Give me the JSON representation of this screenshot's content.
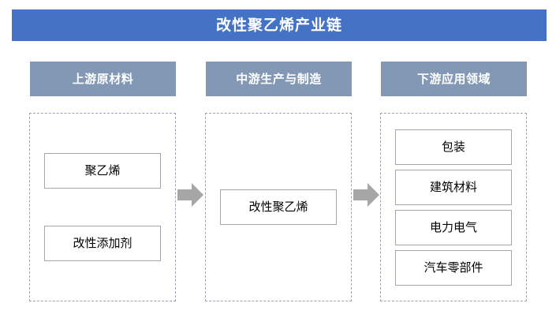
{
  "title": {
    "text": "改性聚乙烯产业链",
    "background_color": "#4472c4",
    "text_color": "#ffffff"
  },
  "theme": {
    "header_color": "#8298b5",
    "dashed_border_color": "#9aa4b0",
    "item_border_color": "#a6a6a6",
    "arrow_color": "#a6a6a6",
    "page_background": "#ffffff"
  },
  "columns": [
    {
      "id": "upstream",
      "header": "上游原材料",
      "items": [
        {
          "label": "聚乙烯"
        },
        {
          "label": "改性添加剂"
        }
      ]
    },
    {
      "id": "midstream",
      "header": "中游生产与制造",
      "items": [
        {
          "label": "改性聚乙烯"
        }
      ]
    },
    {
      "id": "downstream",
      "header": "下游应用领域",
      "items": [
        {
          "label": "包装"
        },
        {
          "label": "建筑材料"
        },
        {
          "label": "电力电气"
        },
        {
          "label": "汽车零部件"
        }
      ]
    }
  ],
  "connectors": [
    {
      "id": "arrow-upstream-to-midstream",
      "icon": "arrow-right-icon"
    },
    {
      "id": "arrow-midstream-to-downstream",
      "icon": "arrow-right-icon"
    }
  ]
}
